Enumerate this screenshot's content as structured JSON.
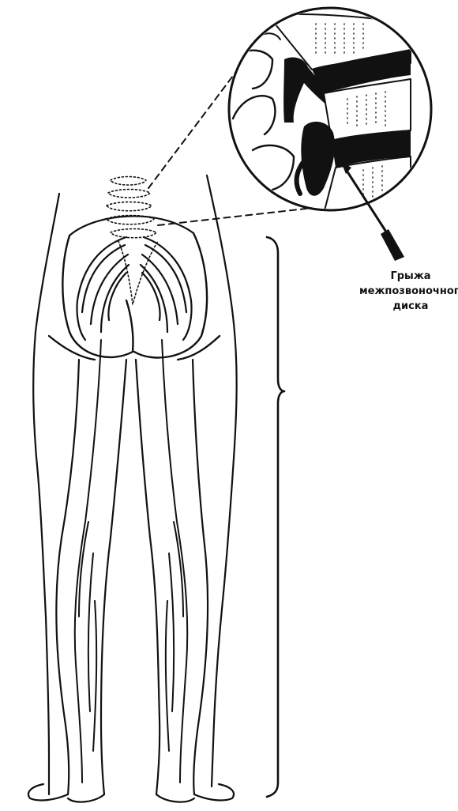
{
  "figure": {
    "caption_lines": [
      "Грыжа",
      "межпозвоночного",
      "диска"
    ],
    "ink_color": "#111111",
    "background_color": "#ffffff"
  }
}
